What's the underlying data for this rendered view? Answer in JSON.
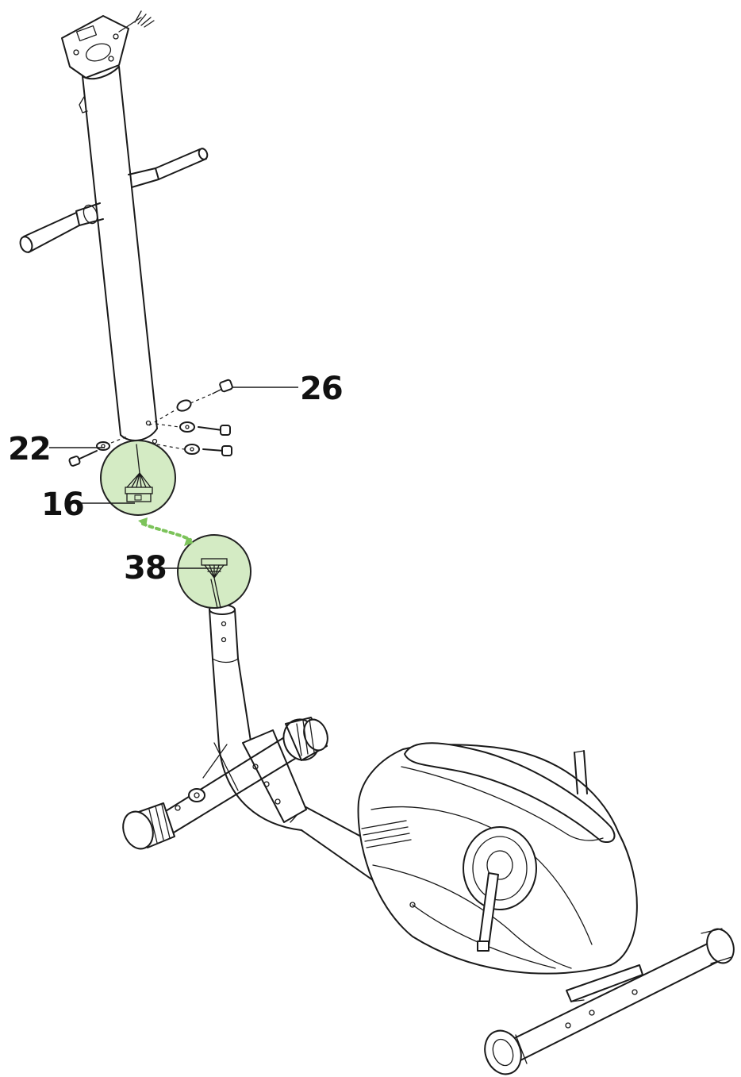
{
  "diagram": {
    "callouts": [
      {
        "id": "26",
        "label": "26"
      },
      {
        "id": "22",
        "label": "22"
      },
      {
        "id": "16",
        "label": "16"
      },
      {
        "id": "38",
        "label": "38"
      }
    ],
    "colors": {
      "highlight_fill": "#d4ebc4",
      "highlight_stroke": "#222222",
      "connector_arrow": "#7cc35a",
      "linework": "#1a1a1a"
    },
    "icons": [
      "wire-connector-icon",
      "dotted-arrow-icon"
    ]
  }
}
